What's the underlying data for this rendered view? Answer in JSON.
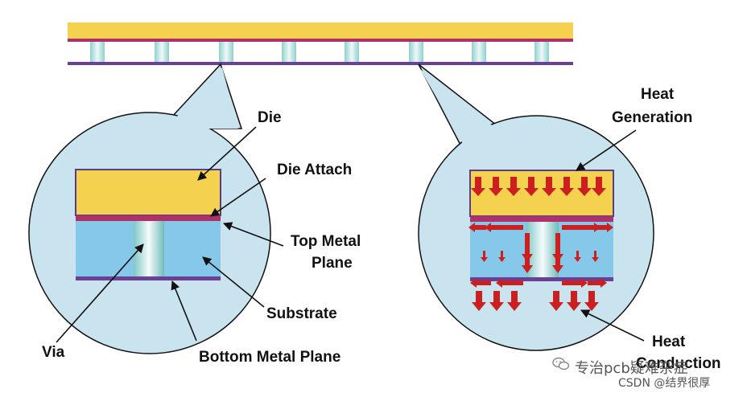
{
  "colors": {
    "die": "#f4d14e",
    "attach": "#b0306a",
    "metal": "#6a3f96",
    "substrate": "#86c8ea",
    "zoom_circle": "#c9e4ee",
    "via": "#e8f4f6",
    "heat_arrow": "#cc1f1f"
  },
  "labels": {
    "die": "Die",
    "die_attach": "Die Attach",
    "top_metal_line1": "Top Metal",
    "top_metal_line2": "Plane",
    "substrate": "Substrate",
    "via": "Via",
    "bottom_metal": "Bottom Metal Plane",
    "heat_gen_line1": "Heat",
    "heat_gen_line2": "Generation",
    "heat_cond_line1": "Heat",
    "heat_cond_line2": "Conduction"
  },
  "watermark": {
    "line1": "专治pcb疑难杂症",
    "line2": "CSDN @结界很厚"
  }
}
